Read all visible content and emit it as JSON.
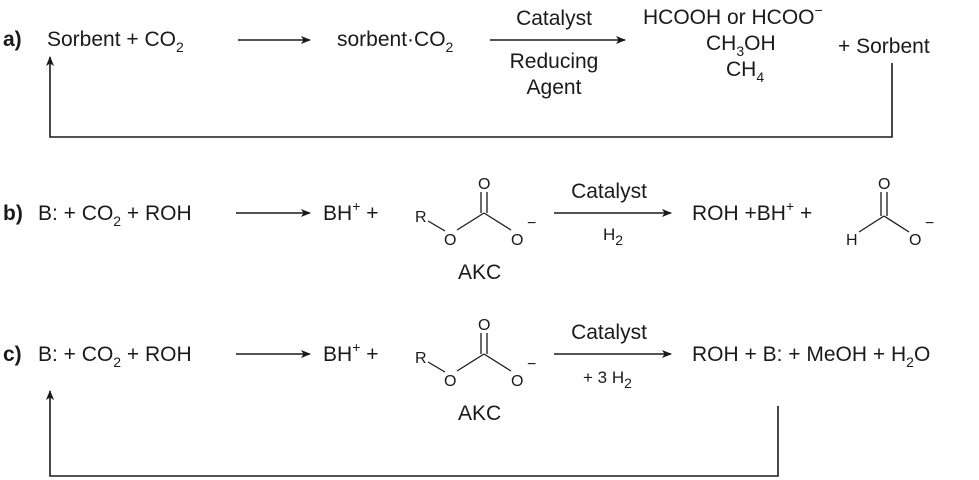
{
  "scheme_a": {
    "label": "a)",
    "reactant_prefix": "Sorbent + CO",
    "reactant_sub": "2",
    "intermediate": "sorbent·CO",
    "intermediate_sub": "2",
    "arrow_above": "Catalyst",
    "arrow_below_1": "Reducing",
    "arrow_below_2": "Agent",
    "product_1_a": "HCOOH or HCOO",
    "product_1_sup": "−",
    "product_2_a": "CH",
    "product_2_sub": "3",
    "product_2_b": "OH",
    "product_3_a": "CH",
    "product_3_sub": "4",
    "regenerated": "+ Sorbent"
  },
  "scheme_b": {
    "label": "b)",
    "reactant_a": "B: + CO",
    "reactant_sub": "2",
    "reactant_b": " + ROH",
    "cation": "BH",
    "cation_sup": "+",
    "plus": " +",
    "akc_label": "AKC",
    "arrow_above": "Catalyst",
    "arrow_below": "H",
    "arrow_below_sub": "2",
    "product_a": "ROH +BH",
    "product_sup": "+",
    "product_b": " +"
  },
  "scheme_c": {
    "label": "c)",
    "reactant_a": "B: + CO",
    "reactant_sub": "2",
    "reactant_b": " + ROH",
    "cation": "BH",
    "cation_sup": "+",
    "plus": " +",
    "akc_label": "AKC",
    "arrow_above": "Catalyst",
    "arrow_below": "+ 3 H",
    "arrow_below_sub": "2",
    "product_a": "ROH + B: + MeOH + H",
    "product_sub": "2",
    "product_b": "O"
  },
  "atoms": {
    "oxygen": "O",
    "carbonyl_o": "O",
    "r_group": "R",
    "hydrogen": "H",
    "charge": "−"
  }
}
